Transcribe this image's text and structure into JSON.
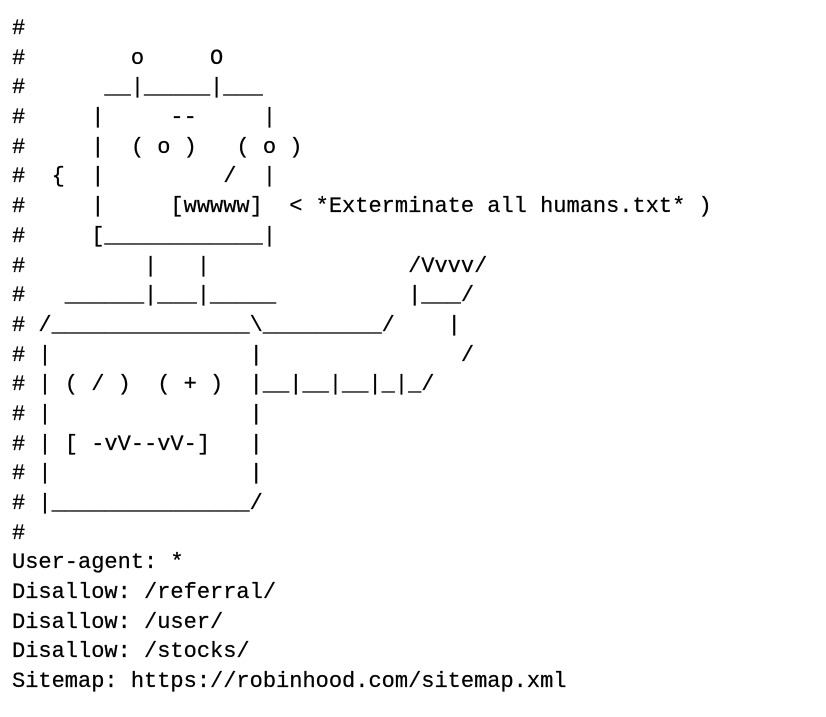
{
  "document": {
    "lines": [
      "#",
      "#        o     O",
      "#      __|_____|___",
      "#     |     --     |",
      "#     |  ( o )   ( o )",
      "#  {  |         /  |",
      "#     |     [wwwww]  < *Exterminate all humans.txt* )",
      "#     [____________|",
      "#         |   |               /Vvvv/",
      "#   ______|___|_____          |___/",
      "# /_______________\\_________/    |",
      "# |               |               /",
      "# | ( / )  ( + )  |__|__|__|_|_/",
      "# |               |",
      "# | [ -vV--vV-]   |",
      "# |               |",
      "# |_______________/",
      "#",
      "User-agent: *",
      "Disallow: /referral/",
      "Disallow: /user/",
      "Disallow: /stocks/",
      "Sitemap: https://robinhood.com/sitemap.xml"
    ]
  }
}
